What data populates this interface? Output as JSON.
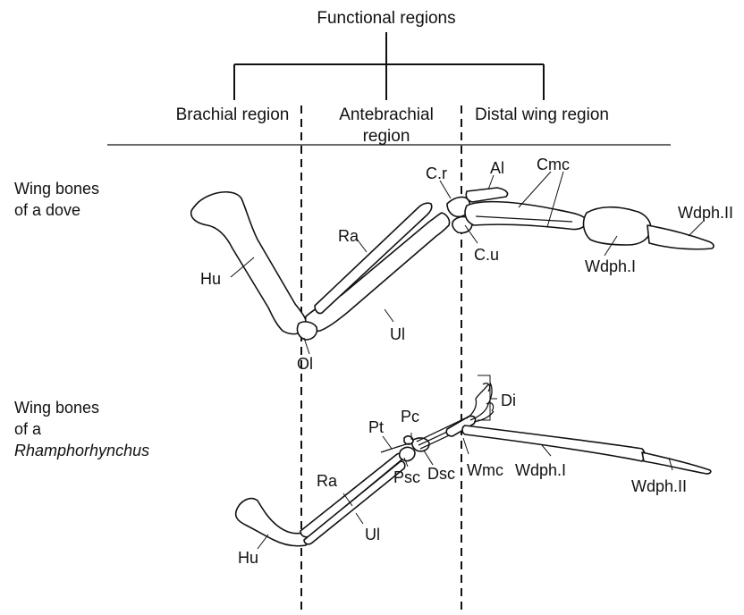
{
  "header": {
    "title": "Functional regions",
    "regions": {
      "brachial": "Brachial region",
      "antebrachial_1": "Antebrachial",
      "antebrachial_2": "region",
      "distal": "Distal wing region"
    }
  },
  "dove": {
    "caption_1": "Wing bones",
    "caption_2": "of a dove",
    "labels": {
      "hu": "Hu",
      "ra": "Ra",
      "ul": "Ul",
      "ol": "Ol",
      "cr": "C.r",
      "cu": "C.u",
      "al": "Al",
      "cmc": "Cmc",
      "wdph1": "Wdph.I",
      "wdph2": "Wdph.II"
    }
  },
  "rhamph": {
    "caption_1": "Wing bones",
    "caption_2": "of a",
    "caption_3": "Rhamphorhynchus",
    "labels": {
      "hu": "Hu",
      "ra": "Ra",
      "ul": "Ul",
      "pt": "Pt",
      "pc": "Pc",
      "psc": "Psc",
      "dsc": "Dsc",
      "wmc": "Wmc",
      "di": "Di",
      "wdph1": "Wdph.I",
      "wdph2": "Wdph.II"
    }
  }
}
